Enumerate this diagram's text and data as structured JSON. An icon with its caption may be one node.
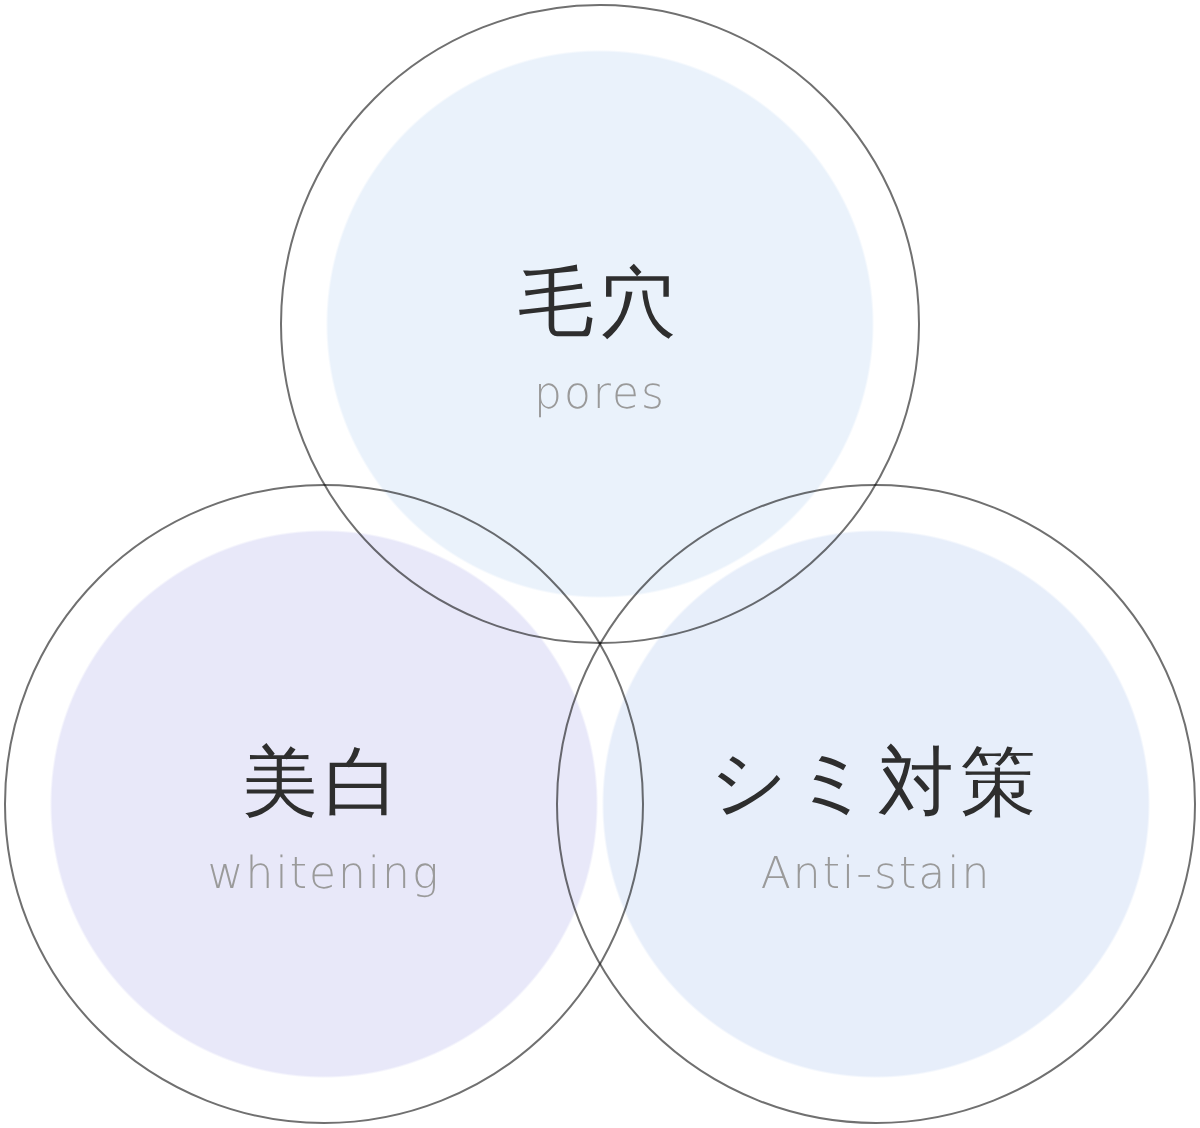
{
  "diagram": {
    "nodes": [
      {
        "text": [
          "毛穴",
          "pores"
        ]
      },
      {
        "text": [
          "美白",
          "whitening"
        ]
      },
      {
        "text": [
          "シミ対策",
          "Anti-stain"
        ]
      }
    ]
  }
}
